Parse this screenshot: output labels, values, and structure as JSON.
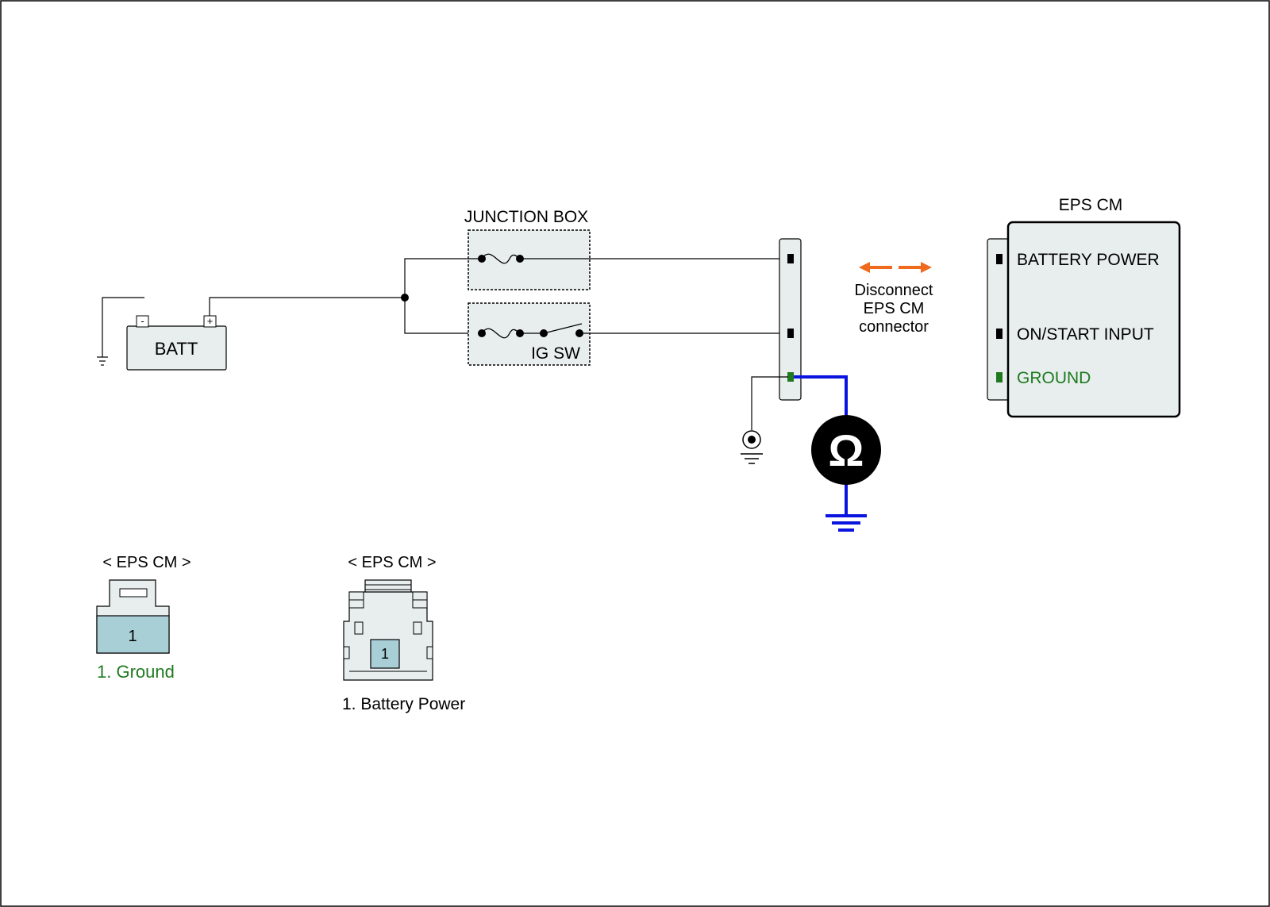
{
  "colors": {
    "panel_fill": "#e8eeee",
    "connector_fill": "#a9cfd6",
    "wire": "#000000",
    "probe_wire": "#0a14e0",
    "ground_text": "#1f7a1f",
    "arrow": "#f06a1e",
    "meter": "#000000"
  },
  "icons": {
    "ohmmeter": "ohm-meter-icon",
    "chassis_ground": "ground-icon",
    "fuse": "fuse-icon",
    "switch": "switch-icon",
    "disconnect_arrows": "double-arrow-icon"
  },
  "battery": {
    "label": "BATT",
    "neg": "-",
    "pos": "+"
  },
  "junction_box": {
    "title": "JUNCTION BOX",
    "ig_sw_label": "IG SW"
  },
  "note": {
    "line1": "Disconnect",
    "line2": "EPS CM",
    "line3": "connector"
  },
  "eps_module": {
    "title": "EPS CM",
    "pins": [
      {
        "label": "BATTERY POWER",
        "color": "#000000"
      },
      {
        "label": "ON/START INPUT",
        "color": "#000000"
      },
      {
        "label": "GROUND",
        "color": "#1f7a1f"
      }
    ]
  },
  "connector_views": [
    {
      "title": "< EPS CM >",
      "pin": "1",
      "caption": "1. Ground",
      "caption_color": "#1f7a1f"
    },
    {
      "title": "< EPS CM >",
      "pin": "1",
      "caption": "1. Battery Power",
      "caption_color": "#000000"
    }
  ],
  "meter": {
    "symbol": "Ω"
  }
}
